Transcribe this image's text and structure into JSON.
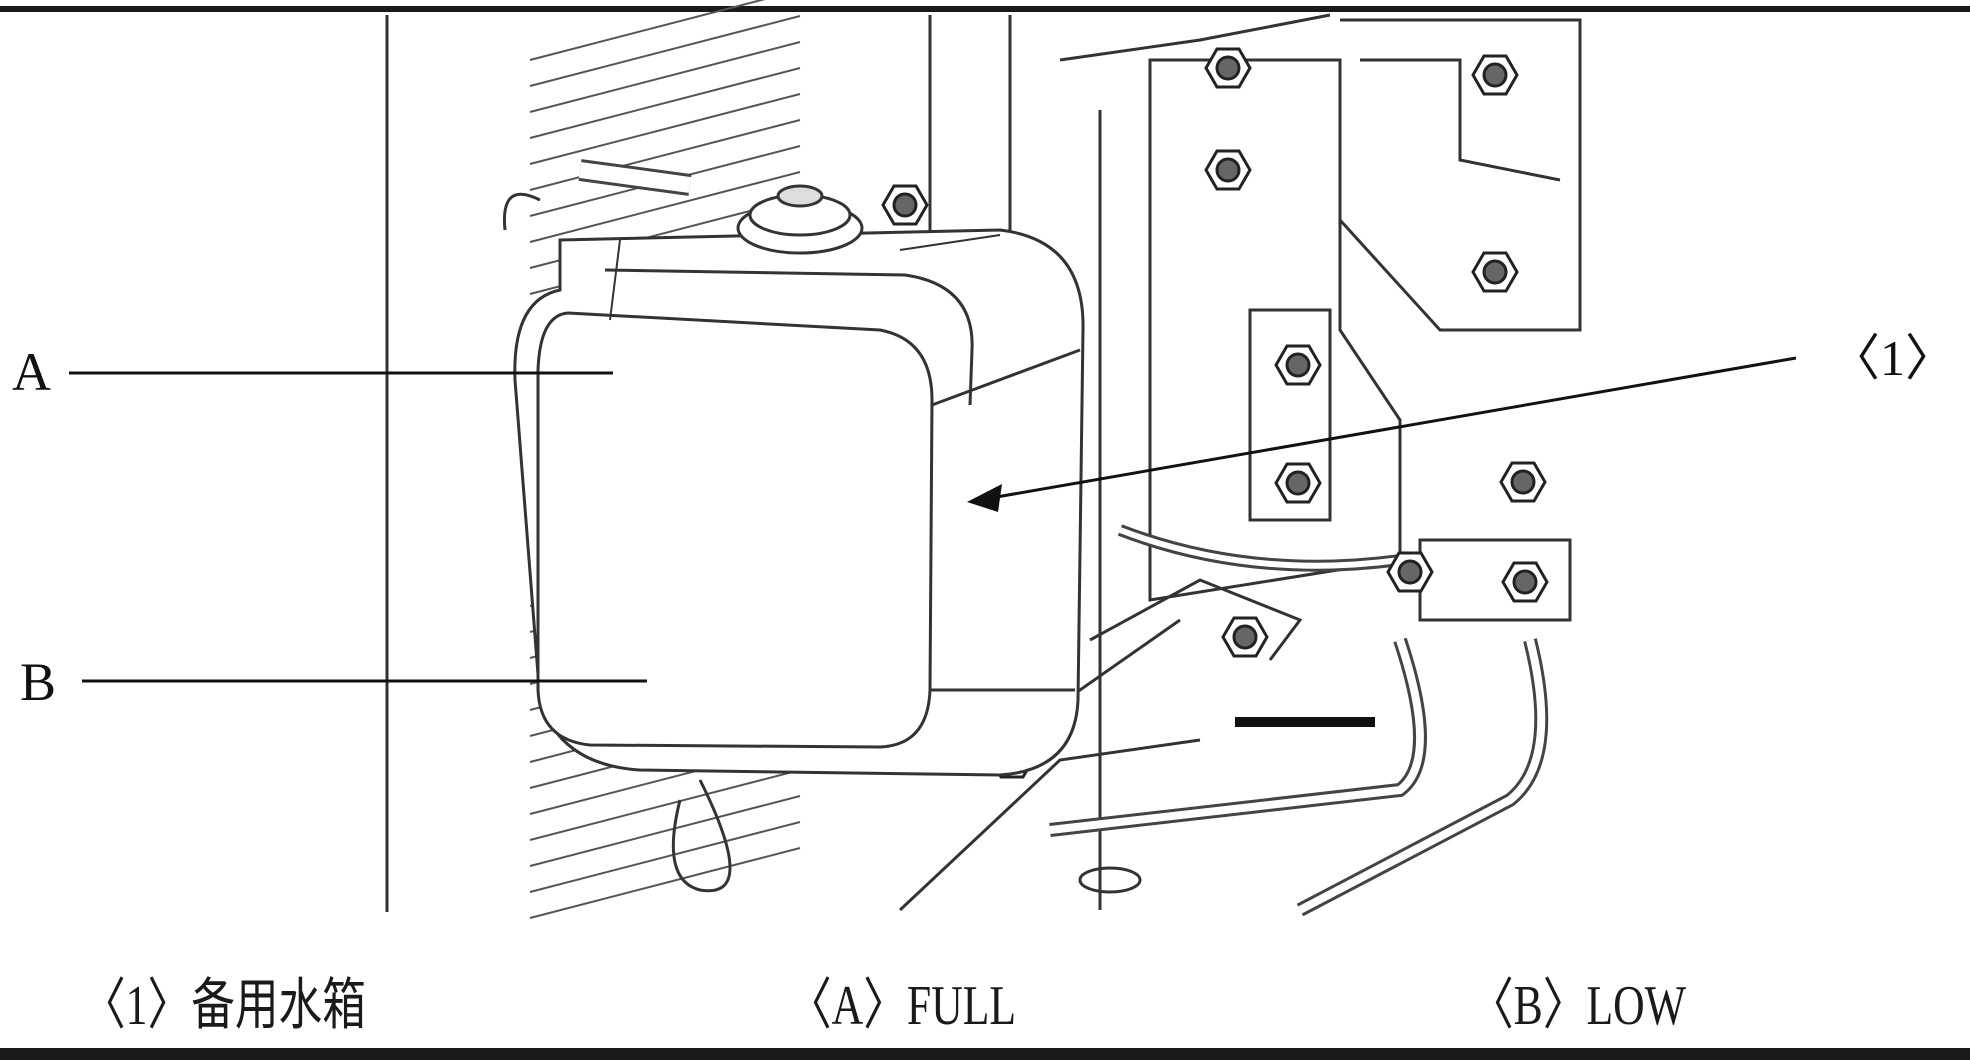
{
  "callouts": {
    "a": "A",
    "b": "B",
    "item1": "〈1〉"
  },
  "captions": [
    {
      "id": "1",
      "text": "〈1〉备用水箱"
    },
    {
      "id": "A",
      "text": "〈A〉FULL"
    },
    {
      "id": "B",
      "text": "〈B〉LOW"
    }
  ]
}
